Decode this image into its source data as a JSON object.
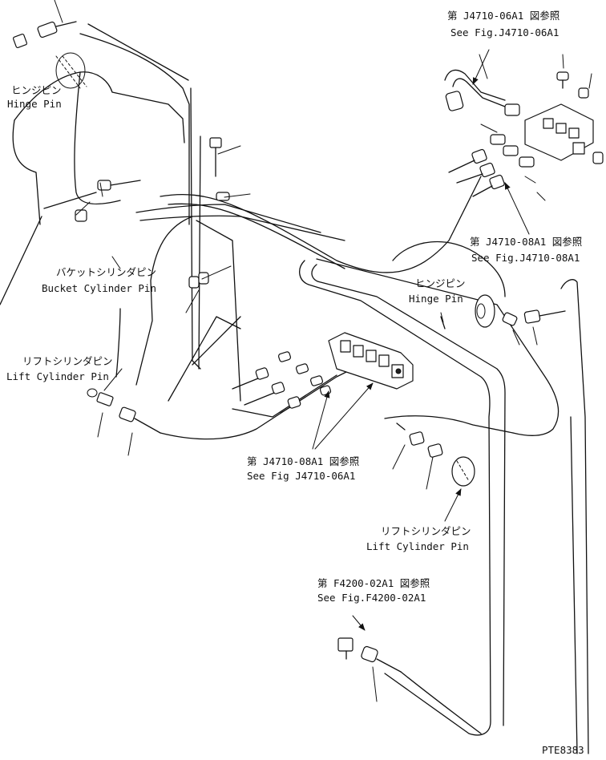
{
  "labels": {
    "ref_top_jp": "第 J4710-06A1 図参照",
    "ref_top_en": "See Fig.J4710-06A1",
    "hinge_left_jp": "ヒンジピン",
    "hinge_left_en": "Hinge Pin",
    "bucket_jp": "バケットシリンダピン",
    "bucket_en": "Bucket Cylinder Pin",
    "ref_right_jp": "第 J4710-08A1 図参照",
    "ref_right_en": "See Fig.J4710-08A1",
    "hinge_right_jp": "ヒンジピン",
    "hinge_right_en": "Hinge Pin",
    "lift_left_jp": "リフトシリンダピン",
    "lift_left_en": "Lift Cylinder Pin",
    "ref_mid_jp": "第 J4710-08A1 図参照",
    "ref_mid_en": "See Fig J4710-06A1",
    "lift_right_jp": "リフトシリンダピン",
    "lift_right_en": "Lift Cylinder Pin",
    "ref_bottom_jp": "第 F4200-02A1 図参照",
    "ref_bottom_en": "See Fig.F4200-02A1",
    "code": "PTE8383"
  }
}
